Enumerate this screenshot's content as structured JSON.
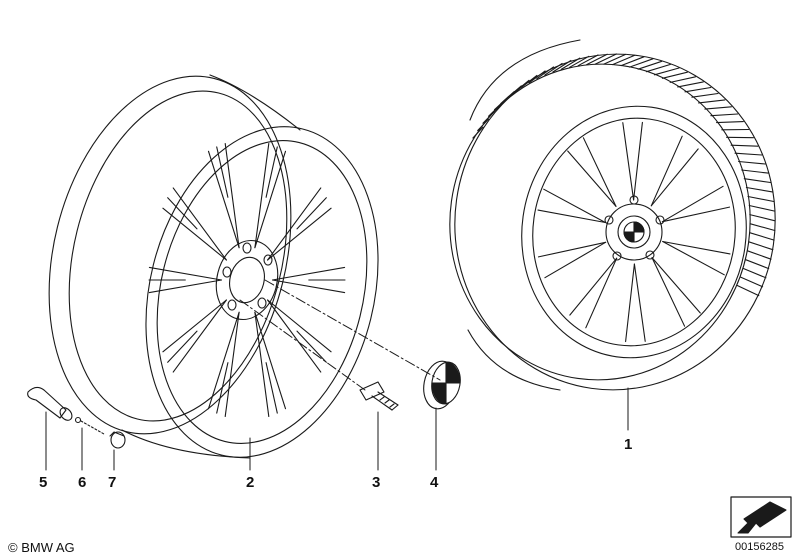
{
  "callouts": {
    "item1": "1",
    "item2": "2",
    "item3": "3",
    "item4": "4",
    "item5": "5",
    "item6": "6",
    "item7": "7"
  },
  "footer": {
    "copyright": "© BMW AG",
    "document_number": "00156285"
  },
  "icons": {
    "logo": "bmw-roundel-icon",
    "corner": "arrow-icon"
  },
  "colors": {
    "line": "#1a1a1a",
    "background": "#ffffff"
  }
}
